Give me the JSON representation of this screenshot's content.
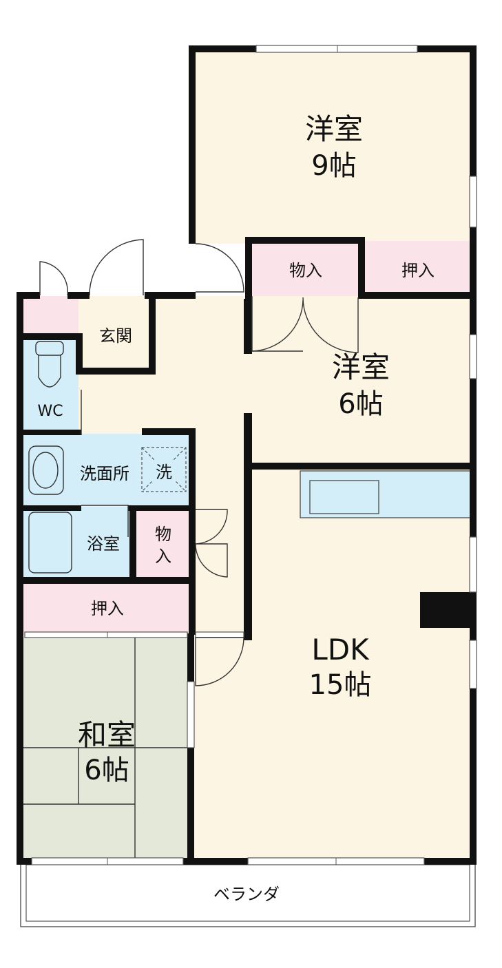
{
  "colors": {
    "floor": "#fdf5e4",
    "closet": "#fbe3ea",
    "wet": "#d3eef9",
    "tatami": "#e3e8d8",
    "wall": "#111111",
    "balcony": "#ffffff"
  },
  "rooms": {
    "western1": {
      "name": "洋室",
      "size": "9帖"
    },
    "western2": {
      "name": "洋室",
      "size": "6帖"
    },
    "ldk": {
      "name": "LDK",
      "size": "15帖"
    },
    "japanese": {
      "name": "和室",
      "size": "6帖"
    }
  },
  "labels": {
    "storage_top": "物入",
    "closet_top": "押入",
    "entrance": "玄関",
    "wc": "WC",
    "washroom": "洗面所",
    "washer": "洗",
    "bath": "浴室",
    "storage_mid_1": "物",
    "storage_mid_2": "入",
    "closet_bottom": "押入",
    "veranda": "ベランダ"
  }
}
